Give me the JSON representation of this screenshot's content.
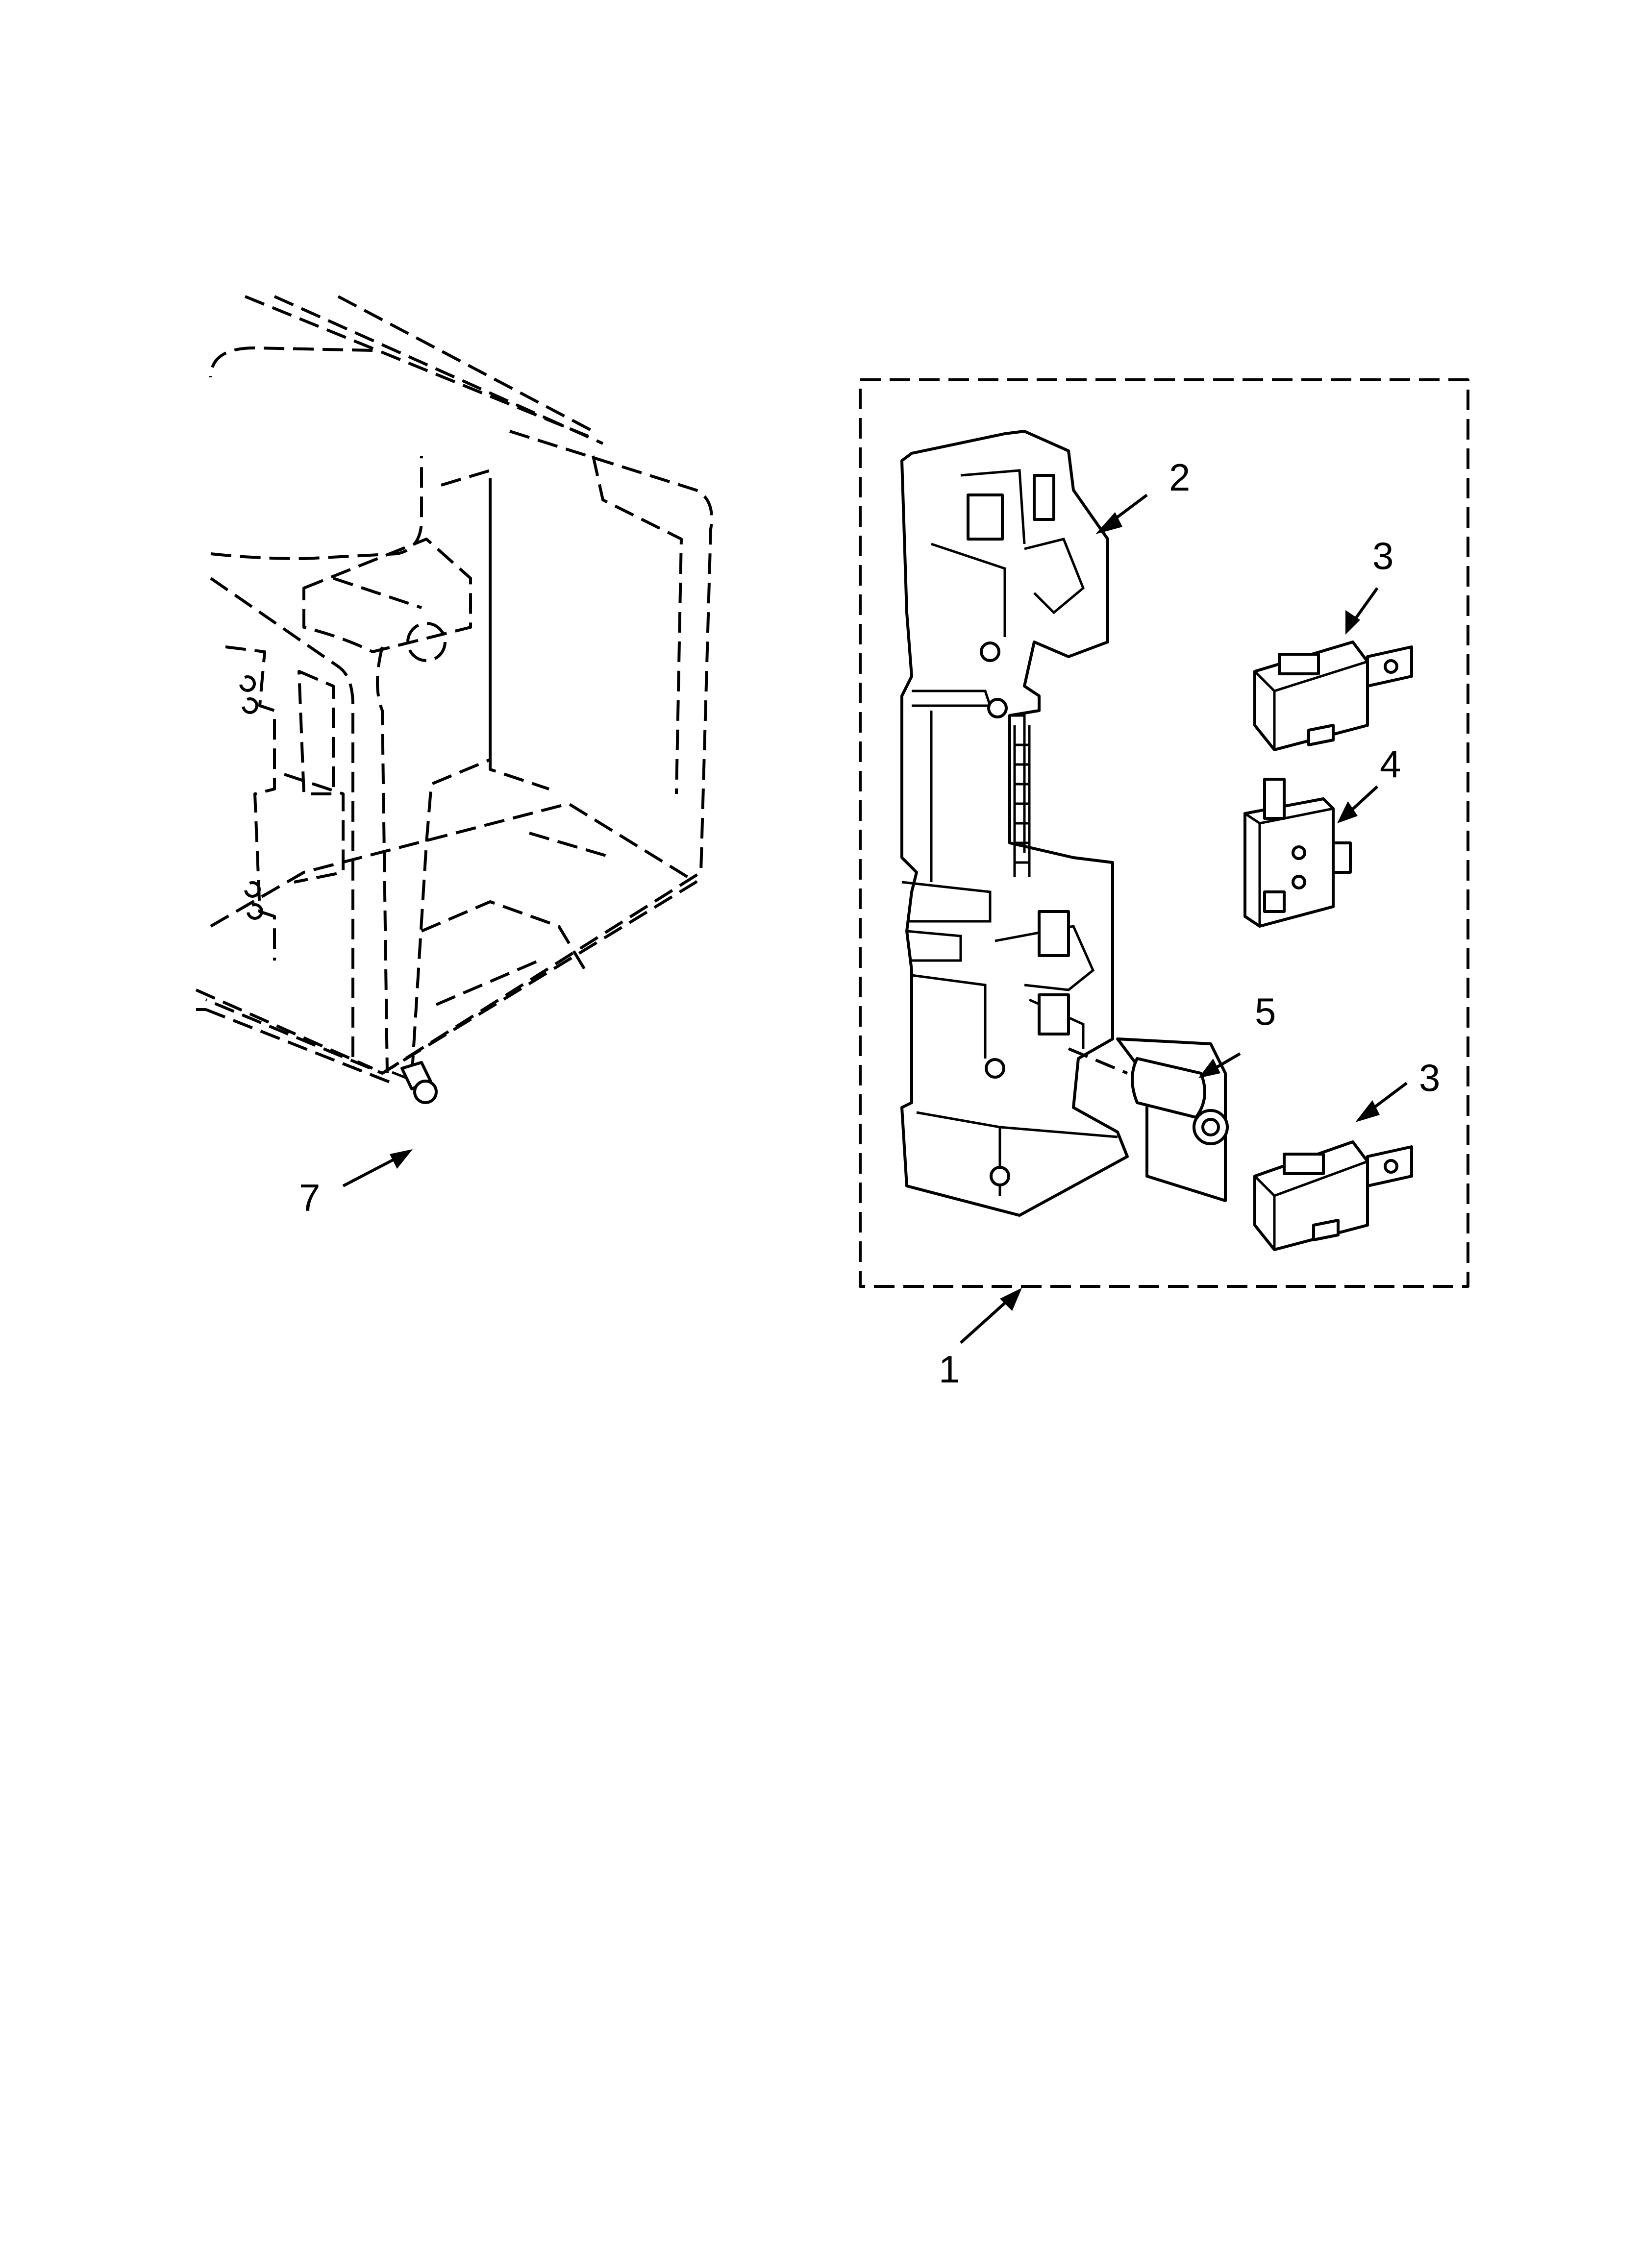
{
  "callouts": {
    "c1": "1",
    "c2": "2",
    "c3a": "3",
    "c3b": "3",
    "c4": "4",
    "c5": "5",
    "c7": "7"
  }
}
